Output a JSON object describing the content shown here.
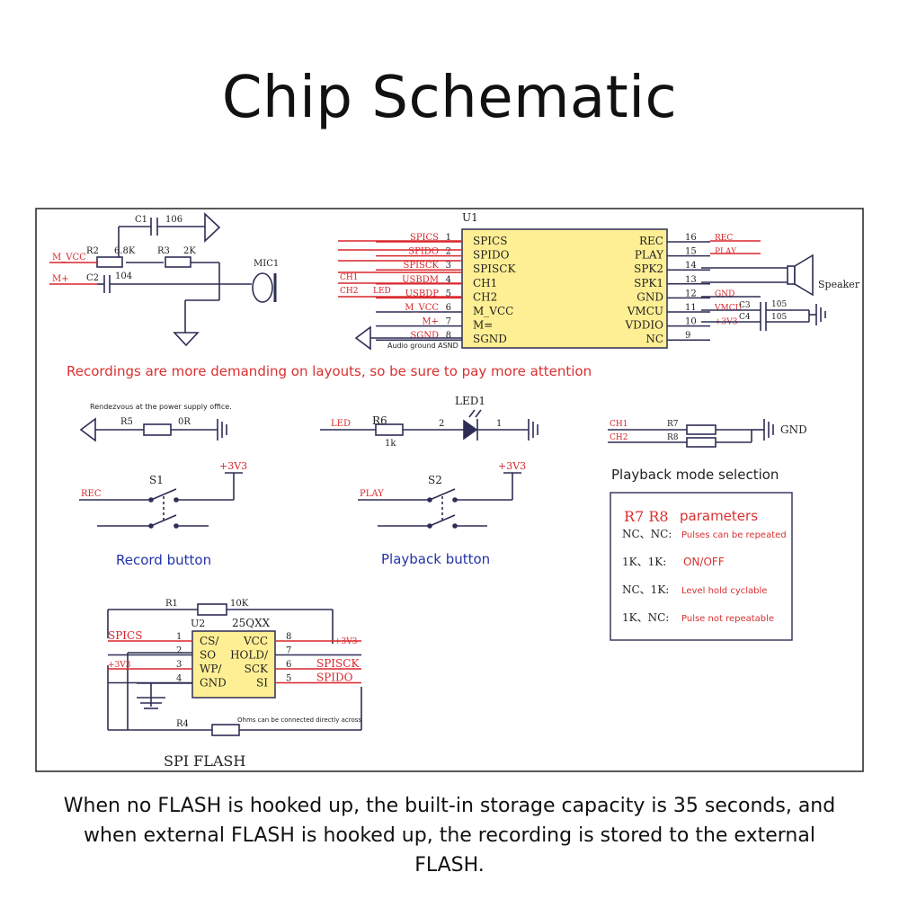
{
  "title": "Chip Schematic",
  "caption": "When no FLASH is hooked up, the built-in storage capacity is 35 seconds, and when external FLASH is hooked up, the recording is stored to the external FLASH.",
  "colors": {
    "wire_red": "#d9262b",
    "wire_dark": "#2d2d55",
    "chip_fill": "#ffef94",
    "text_red": "#d93030",
    "text_blue": "#2233aa",
    "frame": "#222222"
  },
  "mic_section": {
    "c1": "C1",
    "c1_val": "106",
    "r2": "R2",
    "r2_val": "6.8K",
    "r3": "R3",
    "r3_val": "2K",
    "m_vcc": "M_VCC",
    "m_plus": "M+",
    "c2": "C2",
    "c2_val": "104",
    "mic": "MIC1"
  },
  "u1": {
    "name": "U1",
    "left_pins": [
      {
        "net": "SPICS",
        "num": "1",
        "label": "SPICS"
      },
      {
        "net": "SPIDO",
        "num": "2",
        "label": "SPIDO"
      },
      {
        "net": "SPISCK",
        "num": "3",
        "label": "SPISCK"
      },
      {
        "net": "USBDM",
        "num": "4",
        "label": "CH1"
      },
      {
        "net": "USBDP",
        "num": "5",
        "label": "CH2"
      },
      {
        "net": "M_VCC",
        "num": "6",
        "label": "M_VCC"
      },
      {
        "net": "M+",
        "num": "7",
        "label": "M="
      },
      {
        "net": "SGND",
        "num": "8",
        "label": "SGND"
      }
    ],
    "right_pins": [
      {
        "label": "REC",
        "num": "16",
        "net": "REC"
      },
      {
        "label": "PLAY",
        "num": "15",
        "net": "PLAY"
      },
      {
        "label": "SPK2",
        "num": "14",
        "net": ""
      },
      {
        "label": "SPK1",
        "num": "13",
        "net": ""
      },
      {
        "label": "GND",
        "num": "12",
        "net": "GND"
      },
      {
        "label": "VMCU",
        "num": "11",
        "net": "VMCU"
      },
      {
        "label": "VDDIO",
        "num": "10",
        "net": "+3V3"
      },
      {
        "label": "NC",
        "num": "9",
        "net": ""
      }
    ],
    "ch1_tag": "CH1",
    "ch2_tag": "CH2",
    "led_tag": "LED",
    "audio_ground": "Audio ground ASND",
    "speaker": "Speaker",
    "c3": "C3",
    "c3_val": "105",
    "c4": "C4",
    "c4_val": "105"
  },
  "note": "Recordings are more demanding on layouts, so be sure to pay more attention",
  "r5_section": {
    "note": "Rendezvous at the power supply office.",
    "r5": "R5",
    "r5_val": "0R"
  },
  "led_section": {
    "net": "LED",
    "r6": "R6",
    "r6_val": "1k",
    "led": "LED1",
    "pin2": "2",
    "pin1": "1"
  },
  "r7r8_section": {
    "ch1": "CH1",
    "ch2": "CH2",
    "r7": "R7",
    "r8": "R8",
    "gnd": "GND"
  },
  "record_button": {
    "net": "REC",
    "switch": "S1",
    "supply": "+3V3",
    "label": "Record button"
  },
  "playback_button": {
    "net": "PLAY",
    "switch": "S2",
    "supply": "+3V3",
    "label": "Playback button"
  },
  "playback_mode": "Playback mode selection",
  "param_table": {
    "heading_r": "R7  R8",
    "heading": "parameters",
    "rows": [
      {
        "code": "NC、NC:",
        "desc": "Pulses can be repeated"
      },
      {
        "code": "1K、1K:",
        "desc": "ON/OFF"
      },
      {
        "code": "NC、1K:",
        "desc": "Level hold cyclable"
      },
      {
        "code": "1K、NC:",
        "desc": "Pulse not repeatable"
      }
    ]
  },
  "flash": {
    "r1": "R1",
    "r1_val": "10K",
    "u2": "U2",
    "part": "25QXX",
    "left_pins": [
      {
        "net": "SPICS",
        "num": "1",
        "label": "CS/"
      },
      {
        "net": "",
        "num": "2",
        "label": "SO"
      },
      {
        "net": "+3V3",
        "num": "3",
        "label": "WP/"
      },
      {
        "net": "",
        "num": "4",
        "label": "GND"
      }
    ],
    "right_pins": [
      {
        "label": "VCC",
        "num": "8",
        "net": "+3V3"
      },
      {
        "label": "HOLD/",
        "num": "7",
        "net": ""
      },
      {
        "label": "SCK",
        "num": "6",
        "net": "SPISCK"
      },
      {
        "label": "SI",
        "num": "5",
        "net": "SPIDO"
      }
    ],
    "r4": "R4",
    "r4_note": "Ohms can be connected directly across",
    "title": "SPI FLASH"
  }
}
